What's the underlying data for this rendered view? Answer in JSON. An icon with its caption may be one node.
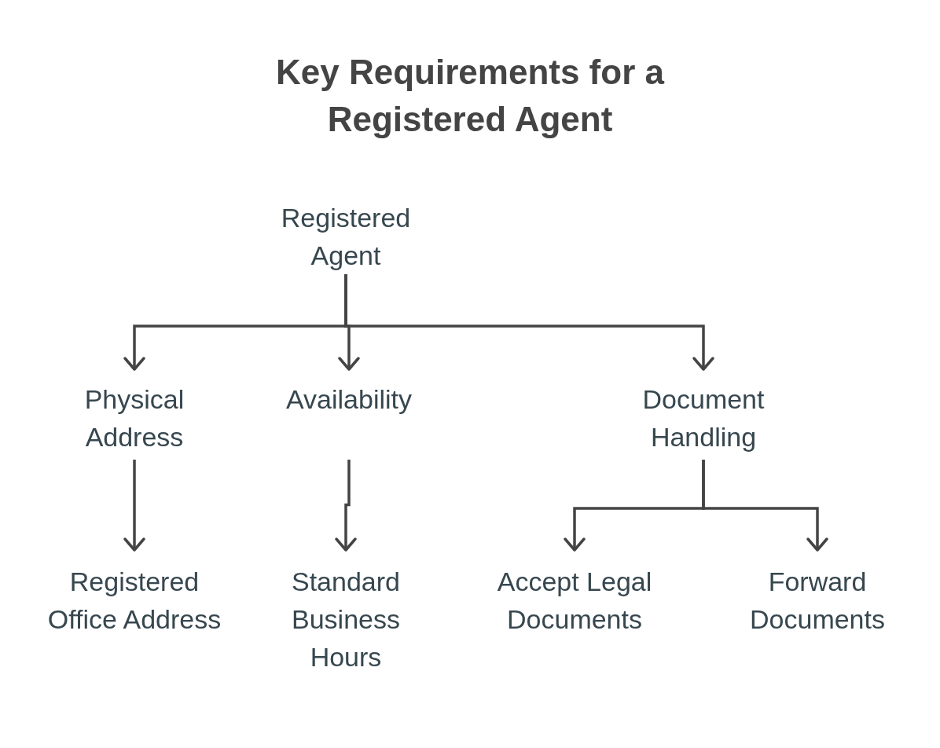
{
  "diagram": {
    "title": "Key Requirements for a Registered Agent",
    "nodes": [
      {
        "text": [
          "Registered Agent"
        ]
      },
      {
        "text": [
          "Physical Address"
        ]
      },
      {
        "text": [
          "Availability"
        ]
      },
      {
        "text": [
          "Document Handling"
        ]
      },
      {
        "text": [
          "Registered Office Address"
        ]
      },
      {
        "text": [
          "Standard Business Hours"
        ]
      },
      {
        "text": [
          "Accept Legal Documents"
        ]
      },
      {
        "text": [
          "Forward Documents"
        ]
      }
    ],
    "edges": [
      {
        "from": 0,
        "to": 1,
        "arrow": "to"
      },
      {
        "from": 0,
        "to": 2,
        "arrow": "to"
      },
      {
        "from": 0,
        "to": 3,
        "arrow": "to"
      },
      {
        "from": 1,
        "to": 4,
        "arrow": "to"
      },
      {
        "from": 2,
        "to": 5,
        "arrow": "to"
      },
      {
        "from": 3,
        "to": 6,
        "arrow": "to"
      },
      {
        "from": 3,
        "to": 7,
        "arrow": "to"
      }
    ]
  }
}
